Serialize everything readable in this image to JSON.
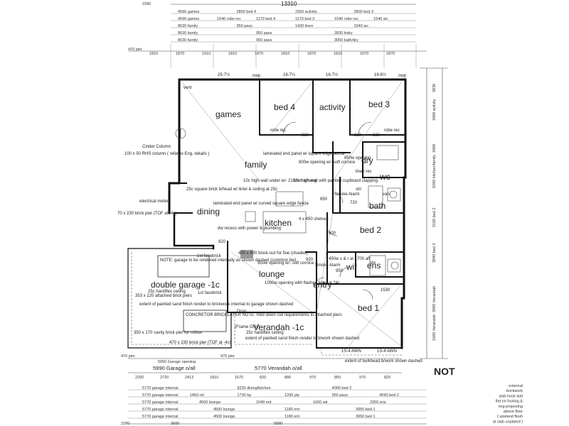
{
  "header": {
    "overall_width": "13310",
    "left_offset": "2280",
    "rows": [
      [
        "4590 games",
        "2800 bed 4",
        "2350 activity",
        "2800 bed 3"
      ],
      [
        "4590 games",
        "1540 robe rec",
        "1170 bed 4",
        "1170 bed 3",
        "1540 robe rec",
        "1540 wc"
      ],
      [
        "8630 family",
        "950 pass",
        "1420 linen",
        "1540 wc"
      ],
      [
        "8630 family",
        "950 pass",
        "2830 lndry"
      ],
      [
        "8630 family",
        "950 pass",
        "3050 bath/dry"
      ]
    ],
    "pier_label": "470 pier",
    "pier_row": [
      "1810",
      "1870",
      "1910",
      "1810",
      "1870",
      "1810",
      "1870",
      "1810",
      "1970",
      "1870"
    ]
  },
  "rooms": {
    "games": "games",
    "bed4": "bed 4",
    "activity": "activity",
    "bed3": "bed 3",
    "family": "family",
    "dry": "dry",
    "wc": "wc",
    "dining": "dining",
    "kitchen": "kitchen",
    "bath": "bath",
    "bed2": "bed 2",
    "lounge": "lounge",
    "wir": "wir",
    "ens": "ens",
    "entry": "entry",
    "bed1": "bed 1",
    "garage": "double garage -1c",
    "verandah": "Verandah -1c"
  },
  "labels": {
    "nwp": "nwp",
    "vent": "vent",
    "robe_rec": "robe rec",
    "robe_rec_b": "robe rec",
    "d820a": "820",
    "d820b": "820",
    "d820c": "820",
    "d720": "720",
    "d650": "650",
    "d600": "600",
    "d820d": "820",
    "d920": "920",
    "d950": "950",
    "d1530": "1530",
    "linen": "linen rec",
    "shr": "shr",
    "shr2": "shr",
    "van": "van",
    "smoke1": "Smoke Alarm",
    "smoke2": "Smoke Alarm",
    "drop1": "Drop",
    "cinder_col": "Cinder Column",
    "rhs_col": "100 x 50 RHS column ( refer to Eng. details )",
    "laminated1": "laminated end panel w/ square edge fascia",
    "opening800": "800w opening w/- soft cornice",
    "opening850": "850w opening",
    "highwall": "10c high wall under w/- 210mm o/hang",
    "highwall2": "13c high wall with painted cupboard clapping",
    "square_beam": "25c square brick b/head w/ lintel & ceiling at 25c",
    "laminated2": "laminated end panel w/ curved square edge fascia",
    "recess": "dw recess with power & plumbing",
    "shelves": "4 x 450 shelves",
    "elec": "electrical meter",
    "brick_pier": "70 x 230 brick pier (TOF at -4c)",
    "blockout": "400 x 400 block-out for flue (shaded)",
    "opening950": "950w opening w/- soft cornice",
    "opening1000": "1000w opening with flashed lintel at 24c",
    "sand_note": "extent of painted sand finish render to b/work shown dashed",
    "sand_note2": "extent of painted sand finish render to brickwork internal to garage shown dashed",
    "fire_note": "NOTE: garage to be rendered internally as shown dashed (common bw)",
    "ceiling25": "25c hardiflex ceiling",
    "ceiling25b": "25c hardiflex ceiling",
    "attached": "353 x 120 attached brick piers",
    "facebrick": "1st facebrick",
    "facebrick2": "1st facebrick",
    "contractor": "CONCRETOR BRICKLAYER NOTE: hold down rod requirements to attached piers",
    "ensuite_lbl": "450w s & r at 1700 aff",
    "cavity": "350 x 170 cavity brick pier for m/box",
    "pier_bot": "470 x 230 brick pier (TOF at -4c)",
    "frame_only": "(Frame Only)",
    "bulkhead": "extent of bulkhead b/work shown dashed",
    "aawn1": "1S-4 AWN",
    "aawn2": "1S-4 AWN",
    "sixteen1": "25-7½",
    "sixteen2": "16-7½",
    "sixteen3": "16-7½",
    "sixteen4": "16-8½"
  },
  "right_side": {
    "dims": [
      "3830",
      "3400 activity",
      "3400",
      "6260 kitchen/family",
      "5160 bed 2",
      "3990 bed 2",
      "3960 Verandah",
      "1560 Verandah"
    ],
    "note": "NOT",
    "stair_note": [
      "external",
      "brickwork",
      "slab hook laid",
      "flat on footing &",
      "ring projecting",
      "above floor",
      "( upstand flush",
      "at slab unplated )"
    ]
  },
  "footer": {
    "left_offset": "2280",
    "garage_opening": "5050 Garage opening",
    "garage_oall": "5990 Garage o/all",
    "verandah_oall": "5770 Verandah o/all",
    "pier1": "470 pier",
    "pier2": "470 pier",
    "pier_row": [
      "2200",
      "2720",
      "2413",
      "1810",
      "1670",
      "820",
      "880",
      "970",
      "850",
      "970",
      "820"
    ],
    "rows": [
      [
        "5770 garage internal",
        "9230 dining/kitchen",
        "4090 bed 2"
      ],
      [
        "5770 garage internal",
        "1460 ref",
        "1730 hp",
        "1200 pty",
        "950 pass",
        "4090 bed 2"
      ],
      [
        "5770 garage internal",
        "4500 lounge",
        "1040 ent",
        "1650 wir",
        "2350 ens"
      ],
      [
        "5770 garage internal",
        "4500 lounge",
        "1180 ent",
        "3950 bed 1"
      ],
      [
        "5770 garage internal",
        "4500 lounge",
        "1180 ent",
        "3950 bed 1"
      ]
    ],
    "bottom_a": "2280",
    "bottom_b": "3600",
    "bottom_c": "5890"
  }
}
